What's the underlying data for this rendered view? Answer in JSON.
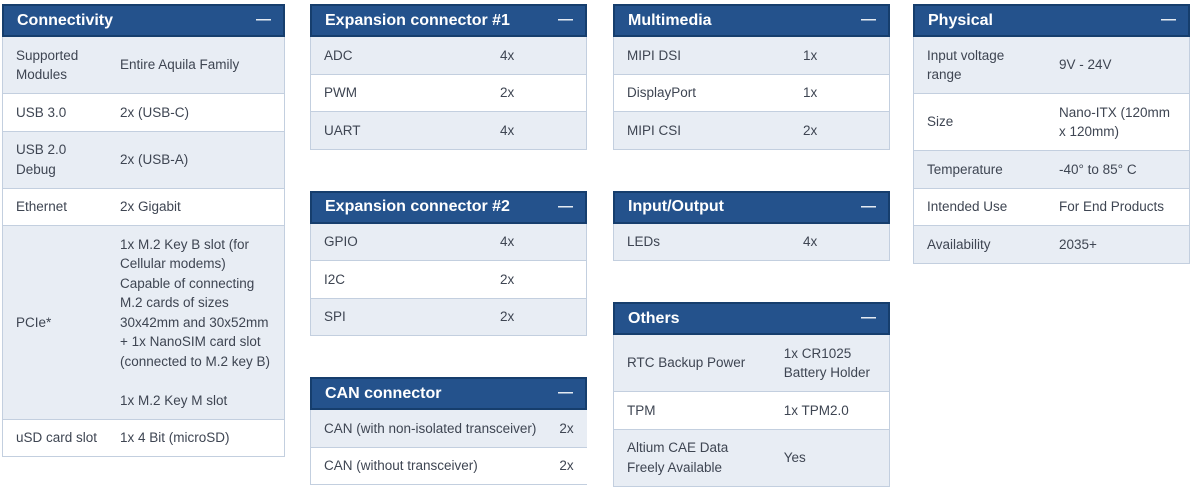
{
  "icons": {
    "collapse": "—"
  },
  "colors": {
    "header_bg": "#24528c",
    "header_border": "#163e6d",
    "header_text": "#ffffff",
    "row_alt": "#e8edf4",
    "row_border": "#c3cfdf",
    "text": "#3e4552",
    "icon": "#e8edf4"
  },
  "tables": {
    "connectivity": {
      "title": "Connectivity",
      "rows": [
        {
          "label": "Supported Modules",
          "value": "Entire Aquila Family"
        },
        {
          "label": "USB 3.0",
          "value": "2x (USB-C)"
        },
        {
          "label": "USB 2.0 Debug",
          "value": "2x (USB-A)"
        },
        {
          "label": "Ethernet",
          "value": "2x Gigabit"
        },
        {
          "label": "PCIe*",
          "value": [
            "1x M.2 Key B slot (for Cellular modems)",
            "Capable of connecting M.2 cards of sizes 30x42mm and 30x52mm",
            "+ 1x NanoSIM card slot (connected to M.2 key B)",
            "",
            "1x M.2 Key M slot"
          ]
        },
        {
          "label": "uSD card slot",
          "value": "1x 4 Bit (microSD)"
        }
      ]
    },
    "expansion1": {
      "title": "Expansion connector #1",
      "rows": [
        {
          "label": "ADC",
          "value": "4x"
        },
        {
          "label": "PWM",
          "value": "2x"
        },
        {
          "label": "UART",
          "value": "4x"
        }
      ]
    },
    "expansion2": {
      "title": "Expansion connector #2",
      "rows": [
        {
          "label": "GPIO",
          "value": "4x"
        },
        {
          "label": "I2C",
          "value": "2x"
        },
        {
          "label": "SPI",
          "value": "2x"
        }
      ]
    },
    "can": {
      "title": "CAN connector",
      "rows": [
        {
          "label": "CAN (with non-isolated transceiver)",
          "value": "2x"
        },
        {
          "label": "CAN (without transceiver)",
          "value": "2x"
        }
      ]
    },
    "multimedia": {
      "title": "Multimedia",
      "rows": [
        {
          "label": "MIPI DSI",
          "value": "1x"
        },
        {
          "label": "DisplayPort",
          "value": "1x"
        },
        {
          "label": "MIPI CSI",
          "value": "2x"
        }
      ]
    },
    "io": {
      "title": "Input/Output",
      "rows": [
        {
          "label": "LEDs",
          "value": "4x"
        }
      ]
    },
    "others": {
      "title": "Others",
      "rows": [
        {
          "label": "RTC Backup Power",
          "value": "1x CR1025 Battery Holder"
        },
        {
          "label": "TPM",
          "value": "1x TPM2.0"
        },
        {
          "label": "Altium CAE Data Freely Available",
          "value": "Yes"
        }
      ]
    },
    "physical": {
      "title": "Physical",
      "rows": [
        {
          "label": "Input voltage range",
          "value": "9V - 24V"
        },
        {
          "label": "Size",
          "value": "Nano-ITX (120mm x 120mm)"
        },
        {
          "label": "Temperature",
          "value": "-40° to 85° C"
        },
        {
          "label": "Intended Use",
          "value": "For End Products"
        },
        {
          "label": "Availability",
          "value": "2035+"
        }
      ]
    }
  }
}
